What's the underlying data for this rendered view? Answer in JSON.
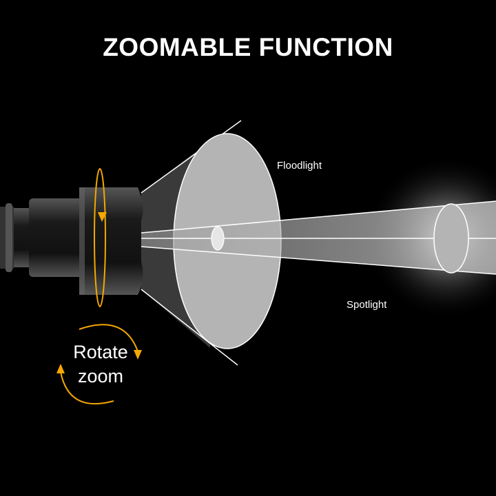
{
  "title": "ZOOMABLE FUNCTION",
  "labels": {
    "floodlight": "Floodlight",
    "spotlight": "Spotlight",
    "rotate_line1": "Rotate",
    "rotate_line2": "zoom"
  },
  "colors": {
    "background": "#000000",
    "accent_arrow": "#F5A800",
    "beam_fill": "#B4B4B4",
    "beam_outline": "#FFFFFF"
  }
}
